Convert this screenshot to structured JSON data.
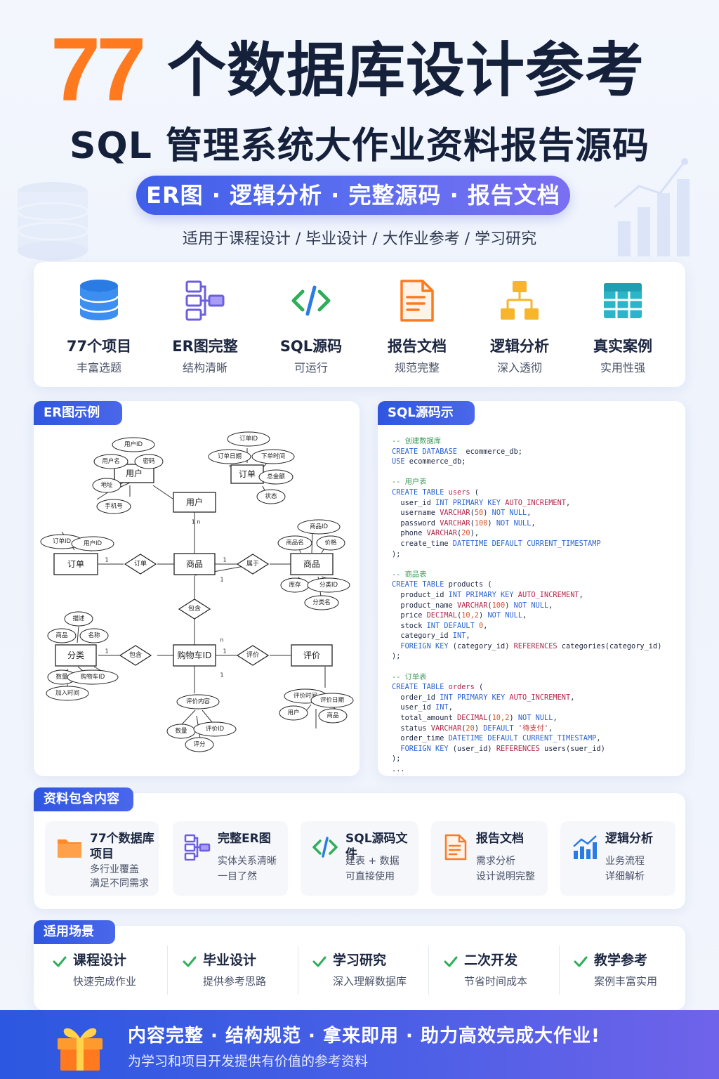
{
  "header": {
    "number": "77",
    "title": "个数据库设计参考",
    "subtitle": "SQL 管理系统大作业资料报告源码",
    "pill": "ER图 · 逻辑分析 · 完整源码 · 报告文档",
    "tagline": "适用于课程设计 / 毕业设计 / 大作业参考 / 学习研究"
  },
  "features": [
    {
      "icon": "database-icon",
      "title": "77个项目",
      "sub": "丰富选题"
    },
    {
      "icon": "er-diagram-icon",
      "title": "ER图完整",
      "sub": "结构清晰"
    },
    {
      "icon": "code-icon",
      "title": "SQL源码",
      "sub": "可运行"
    },
    {
      "icon": "document-icon",
      "title": "报告文档",
      "sub": "规范完整"
    },
    {
      "icon": "hierarchy-icon",
      "title": "逻辑分析",
      "sub": "深入透彻"
    },
    {
      "icon": "table-icon",
      "title": "真实案例",
      "sub": "实用性强"
    }
  ],
  "er": {
    "tab": "ER图示例",
    "entities": [
      "用户",
      "订单",
      "用户",
      "订单",
      "商品",
      "商品",
      "分类",
      "购物车ID",
      "评价"
    ],
    "relations": [
      "订单",
      "属于",
      "包含",
      "包含",
      "评价"
    ],
    "attributes": [
      "用户ID",
      "用户名",
      "密码",
      "地址",
      "手机号",
      "订单ID",
      "订单日期",
      "下单时间",
      "总金额",
      "状态",
      "订单ID",
      "用户ID",
      "商品ID",
      "商品名",
      "价格",
      "库存",
      "分类ID",
      "分类名",
      "描述",
      "名称",
      "商品",
      "数量",
      "购物车ID",
      "加入时间",
      "数量",
      "评价ID",
      "评分",
      "评价内容",
      "评价时间",
      "评价日期",
      "用户",
      "商品"
    ]
  },
  "sql": {
    "tab": "SQL源码示例",
    "lines": [
      [
        [
          "cm",
          "-- 创建数据库"
        ]
      ],
      [
        [
          "kw",
          "CREATE DATABASE"
        ],
        [
          "",
          "  ecommerce_db;"
        ]
      ],
      [
        [
          "kw",
          "USE"
        ],
        [
          "",
          " ecommerce_db;"
        ]
      ],
      [
        [
          "",
          ""
        ]
      ],
      [
        [
          "cm",
          "-- 用户表"
        ]
      ],
      [
        [
          "kw",
          "CREATE TABLE"
        ],
        [
          "",
          " "
        ],
        [
          "ty",
          "users"
        ],
        [
          "",
          " ("
        ]
      ],
      [
        [
          "",
          "  user_id "
        ],
        [
          "kw",
          "INT PRIMARY KEY"
        ],
        [
          "",
          " "
        ],
        [
          "ty",
          "AUTO_INCREMENT"
        ],
        [
          "",
          ","
        ]
      ],
      [
        [
          "",
          "  username "
        ],
        [
          "ty",
          "VARCHAR"
        ],
        [
          "",
          "("
        ],
        [
          "nu",
          "50"
        ],
        [
          "",
          ") "
        ],
        [
          "kw",
          "NOT NULL"
        ],
        [
          "",
          ","
        ]
      ],
      [
        [
          "",
          "  password "
        ],
        [
          "ty",
          "VARCHAR"
        ],
        [
          "",
          "("
        ],
        [
          "nu",
          "100"
        ],
        [
          "",
          ") "
        ],
        [
          "kw",
          "NOT NULL"
        ],
        [
          "",
          ","
        ]
      ],
      [
        [
          "",
          "  phone "
        ],
        [
          "ty",
          "VARCHAR"
        ],
        [
          "",
          "("
        ],
        [
          "nu",
          "20"
        ],
        [
          "",
          "),"
        ]
      ],
      [
        [
          "",
          "  create_time "
        ],
        [
          "kw",
          "DATETIME DEFAULT"
        ],
        [
          "",
          " "
        ],
        [
          "kw",
          "CURRENT_TIMESTAMP"
        ]
      ],
      [
        [
          "",
          ");"
        ]
      ],
      [
        [
          "",
          ""
        ]
      ],
      [
        [
          "cm",
          "-- 商品表"
        ]
      ],
      [
        [
          "kw",
          "CREATE TABLE"
        ],
        [
          "",
          " products ("
        ]
      ],
      [
        [
          "",
          "  product_id "
        ],
        [
          "kw",
          "INT PRIMARY KEY"
        ],
        [
          "",
          " "
        ],
        [
          "ty",
          "AUTO_INCREMENT"
        ],
        [
          "",
          ","
        ]
      ],
      [
        [
          "",
          "  product_name "
        ],
        [
          "ty",
          "VARCHAR"
        ],
        [
          "",
          "("
        ],
        [
          "nu",
          "100"
        ],
        [
          "",
          ") "
        ],
        [
          "kw",
          "NOT NULL"
        ],
        [
          "",
          ","
        ]
      ],
      [
        [
          "",
          "  price "
        ],
        [
          "ty",
          "DECIMAL"
        ],
        [
          "",
          "("
        ],
        [
          "nu",
          "10,2"
        ],
        [
          "",
          ") "
        ],
        [
          "kw",
          "NOT NULL"
        ],
        [
          "",
          ","
        ]
      ],
      [
        [
          "",
          "  stock "
        ],
        [
          "kw",
          "INT DEFAULT"
        ],
        [
          "",
          " "
        ],
        [
          "nu",
          "0"
        ],
        [
          "",
          ","
        ]
      ],
      [
        [
          "",
          "  category_id "
        ],
        [
          "kw",
          "INT"
        ],
        [
          "",
          ","
        ]
      ],
      [
        [
          "",
          "  "
        ],
        [
          "kw",
          "FOREIGN KEY"
        ],
        [
          "",
          " (category_id) "
        ],
        [
          "ty",
          "REFERENCES"
        ],
        [
          "",
          " categories(category_id)"
        ]
      ],
      [
        [
          "",
          ");"
        ]
      ],
      [
        [
          "",
          ""
        ]
      ],
      [
        [
          "cm",
          "-- 订单表"
        ]
      ],
      [
        [
          "kw",
          "CREATE TABLE"
        ],
        [
          "",
          " "
        ],
        [
          "ty",
          "orders"
        ],
        [
          "",
          " ("
        ]
      ],
      [
        [
          "",
          "  order_id "
        ],
        [
          "kw",
          "INT PRIMARY KEY"
        ],
        [
          "",
          " "
        ],
        [
          "ty",
          "AUTO_INCREMENT"
        ],
        [
          "",
          ","
        ]
      ],
      [
        [
          "",
          "  user_id "
        ],
        [
          "kw",
          "INT"
        ],
        [
          "",
          ","
        ]
      ],
      [
        [
          "",
          "  total_amount "
        ],
        [
          "ty",
          "DECIMAL"
        ],
        [
          "",
          "("
        ],
        [
          "nu",
          "10,2"
        ],
        [
          "",
          ") "
        ],
        [
          "kw",
          "NOT NULL"
        ],
        [
          "",
          ","
        ]
      ],
      [
        [
          "",
          "  status "
        ],
        [
          "ty",
          "VARCHAR"
        ],
        [
          "",
          "("
        ],
        [
          "nu",
          "20"
        ],
        [
          "",
          ") "
        ],
        [
          "kw",
          "DEFAULT"
        ],
        [
          "",
          " "
        ],
        [
          "st",
          "'待支付'"
        ],
        [
          "",
          ","
        ]
      ],
      [
        [
          "",
          "  order_time "
        ],
        [
          "kw",
          "DATETIME DEFAULT CURRENT_TIMESTAMP"
        ],
        [
          "",
          ","
        ]
      ],
      [
        [
          "",
          "  "
        ],
        [
          "kw",
          "FOREIGN KEY"
        ],
        [
          "",
          " (user_id) "
        ],
        [
          "ty",
          "REFERENCES"
        ],
        [
          "",
          " users(suer_id)"
        ]
      ],
      [
        [
          "",
          ");"
        ]
      ],
      [
        [
          "",
          "..."
        ]
      ]
    ]
  },
  "includes": {
    "tab": "资料包含内容",
    "items": [
      {
        "icon": "folder-icon",
        "title": [
          "77个数据库",
          "项目"
        ],
        "lines": [
          "多行业覆盖",
          "满足不同需求"
        ]
      },
      {
        "icon": "er-diagram-icon",
        "title": [
          "完整ER图"
        ],
        "lines": [
          "实体关系清晰",
          "一目了然"
        ]
      },
      {
        "icon": "code-icon",
        "title": [
          "SQL源码文件"
        ],
        "lines": [
          "建表 + 数据",
          "可直接使用"
        ]
      },
      {
        "icon": "document-icon",
        "title": [
          "报告文档"
        ],
        "lines": [
          "需求分析",
          "设计说明完整"
        ]
      },
      {
        "icon": "bar-chart-icon",
        "title": [
          "逻辑分析"
        ],
        "lines": [
          "业务流程",
          "详细解析"
        ]
      }
    ]
  },
  "scenes": {
    "tab": "适用场景",
    "items": [
      {
        "title": "课程设计",
        "sub": "快速完成作业"
      },
      {
        "title": "毕业设计",
        "sub": "提供参考思路"
      },
      {
        "title": "学习研究",
        "sub": "深入理解数据库"
      },
      {
        "title": "二次开发",
        "sub": "节省时间成本"
      },
      {
        "title": "教学参考",
        "sub": "案例丰富实用"
      }
    ]
  },
  "banner": {
    "main": "内容完整 · 结构规范 · 拿来即用 · 助力高效完成大作业!",
    "sub": "为学习和项目开发提供有价值的参考资料"
  },
  "colors": {
    "accent_orange": "#ff7a1f",
    "primary_blue": "#2f56e0",
    "check_green": "#2fae5a"
  }
}
